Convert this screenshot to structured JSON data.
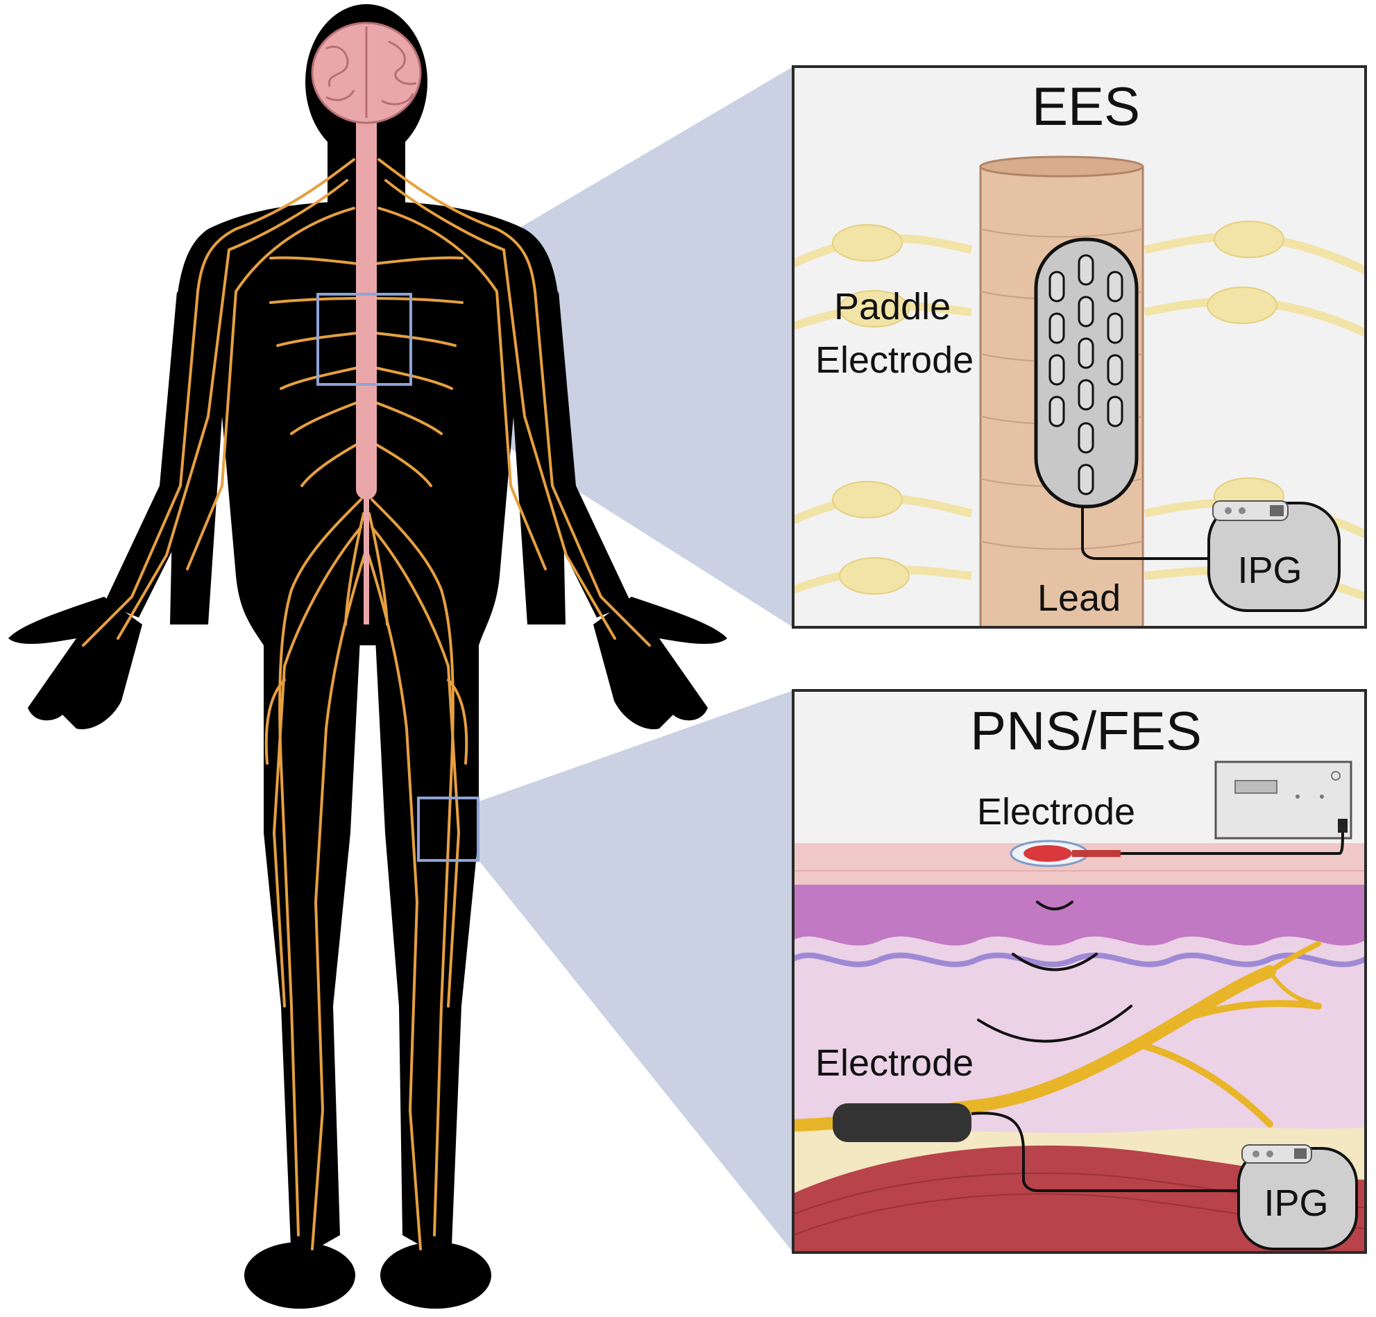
{
  "colors": {
    "silhouette": "#000000",
    "nerve": "#e6a040",
    "brain": "#e9a7aa",
    "spinal_cord": "#e9a7aa",
    "callout_box": "#8fa3d6",
    "projection": "#c9d1e3",
    "panel_bg": "#f2f2f2",
    "panel_border": "#2a2a2a",
    "spine_column": "#e6c2a5",
    "dorsal_nerve": "#f2e3a6",
    "paddle": "#c8c8c8",
    "ipg": "#cfcfcf",
    "skin_surface": "#f0c8c8",
    "epidermis": "#c079c2",
    "dermis": "#ecd2e6",
    "fat": "#f4e8c2",
    "muscle": "#b8434a",
    "peripheral_nerve": "#e8b528",
    "surface_electrode": "#d9383c",
    "cuff_electrode": "#333333"
  },
  "icons": {
    "human_figure": "human-body-nervous-system-icon",
    "brain": "brain-icon",
    "stimulator": "external-stimulator-icon",
    "ipg": "implantable-pulse-generator-icon"
  },
  "panels": {
    "ees": {
      "title": "EES",
      "paddle_label_line1": "Paddle",
      "paddle_label_line2": "Electrode",
      "lead_label": "Lead",
      "ipg_label": "IPG"
    },
    "pns": {
      "title": "PNS/FES",
      "surface_electrode_label": "Electrode",
      "implanted_electrode_label": "Electrode",
      "ipg_label": "IPG"
    }
  }
}
